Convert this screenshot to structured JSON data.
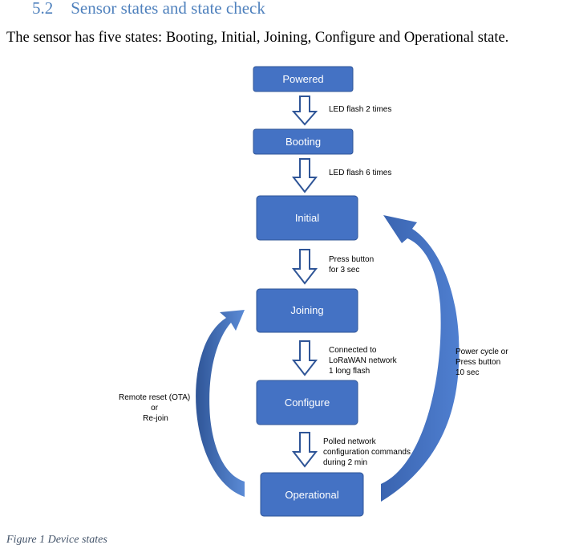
{
  "section": {
    "number": "5.2",
    "title": "Sensor states and state check"
  },
  "intro": "The sensor has five states: Booting, Initial, Joining, Configure and Operational state.",
  "diagram": {
    "states": {
      "powered": "Powered",
      "booting": "Booting",
      "initial": "Initial",
      "joining": "Joining",
      "configure": "Configure",
      "operational": "Operational"
    },
    "transitions": {
      "powered_booting": [
        "LED flash 2 times"
      ],
      "booting_initial": [
        "LED flash 6 times"
      ],
      "initial_joining": [
        "Press button",
        "for 3 sec"
      ],
      "joining_configure": [
        "Connected to",
        "LoRaWAN network",
        "1 long flash"
      ],
      "configure_operational": [
        "Polled network",
        "configuration commands",
        "during 2 min"
      ],
      "operational_joining": [
        "Remote reset (OTA)",
        "or",
        "Re-join"
      ],
      "operational_initial": [
        "Power cycle or",
        "Press button",
        "10 sec"
      ]
    },
    "colors": {
      "box_fill": "#4472c4",
      "box_stroke": "#2f5597",
      "box_text": "#ffffff",
      "arrow_stroke": "#2f5597",
      "curve_fill": "#4472c4"
    }
  },
  "caption": "Figure 1 Device states"
}
